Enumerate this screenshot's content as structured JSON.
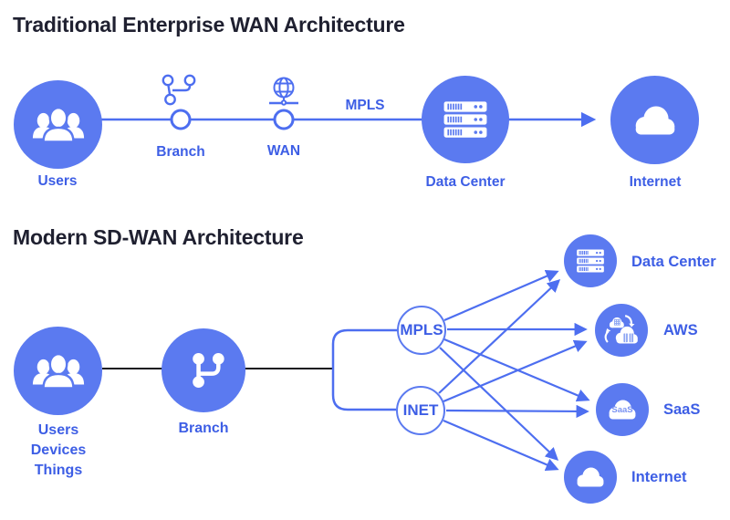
{
  "colors": {
    "circle_blue": "#5b7af0",
    "label_blue": "#3d5ee5",
    "line_blue": "#4d6ef0",
    "title_dark": "#1f2030",
    "black_line": "#17171f"
  },
  "traditional": {
    "title": "Traditional Enterprise WAN Architecture",
    "users_label": "Users",
    "branch_label": "Branch",
    "wan_label": "WAN",
    "link_label": "MPLS",
    "data_center_label": "Data Center",
    "internet_label": "Internet"
  },
  "modern": {
    "title": "Modern SD-WAN Architecture",
    "users_label_lines": [
      "Users",
      "Devices",
      "Things"
    ],
    "branch_label": "Branch",
    "mpls_label": "MPLS",
    "inet_label": "INET",
    "data_center_label": "Data Center",
    "aws_label": "AWS",
    "saas_label": "SaaS",
    "saas_icon_text": "SaaS",
    "internet_label": "Internet"
  }
}
